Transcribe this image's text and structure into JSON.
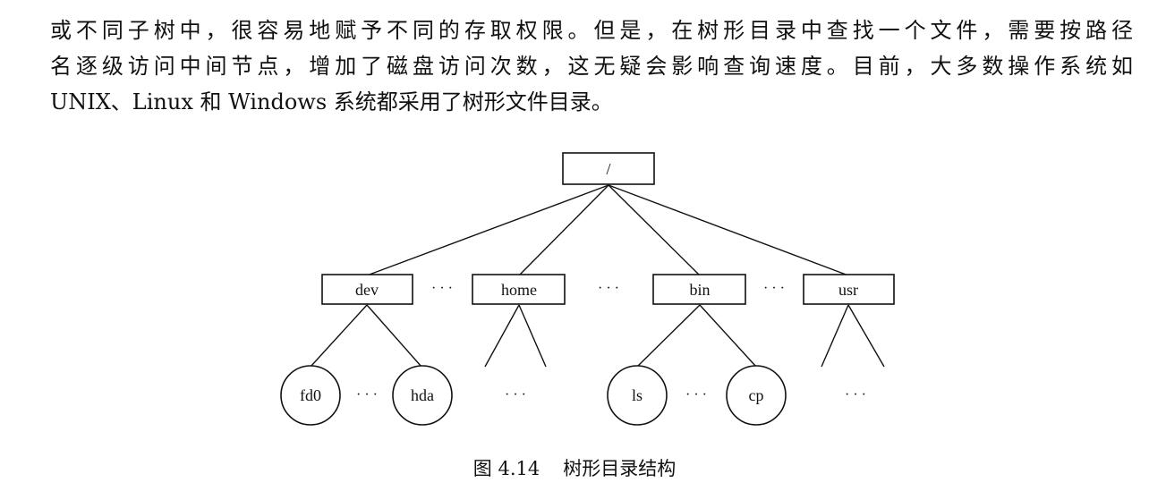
{
  "paragraph": {
    "lines": [
      "或不同子树中，很容易地赋予不同的存取权限。但是，在树形目录中查找一个文件，需要按路径",
      "名逐级访问中间节点，增加了磁盘访问次数，这无疑会影响查询速度。目前，大多数操作系统如",
      "UNIX、Linux 和 Windows 系统都采用了树形文件目录。"
    ]
  },
  "figure": {
    "root": "/",
    "ellipsis": "· · ·",
    "dirs": [
      {
        "label": "dev",
        "children": [
          "fd0",
          "hda"
        ]
      },
      {
        "label": "home",
        "children": []
      },
      {
        "label": "bin",
        "children": [
          "ls",
          "cp"
        ]
      },
      {
        "label": "usr",
        "children": []
      }
    ],
    "caption": {
      "number": "图 4.14",
      "title": "树形目录结构"
    }
  }
}
